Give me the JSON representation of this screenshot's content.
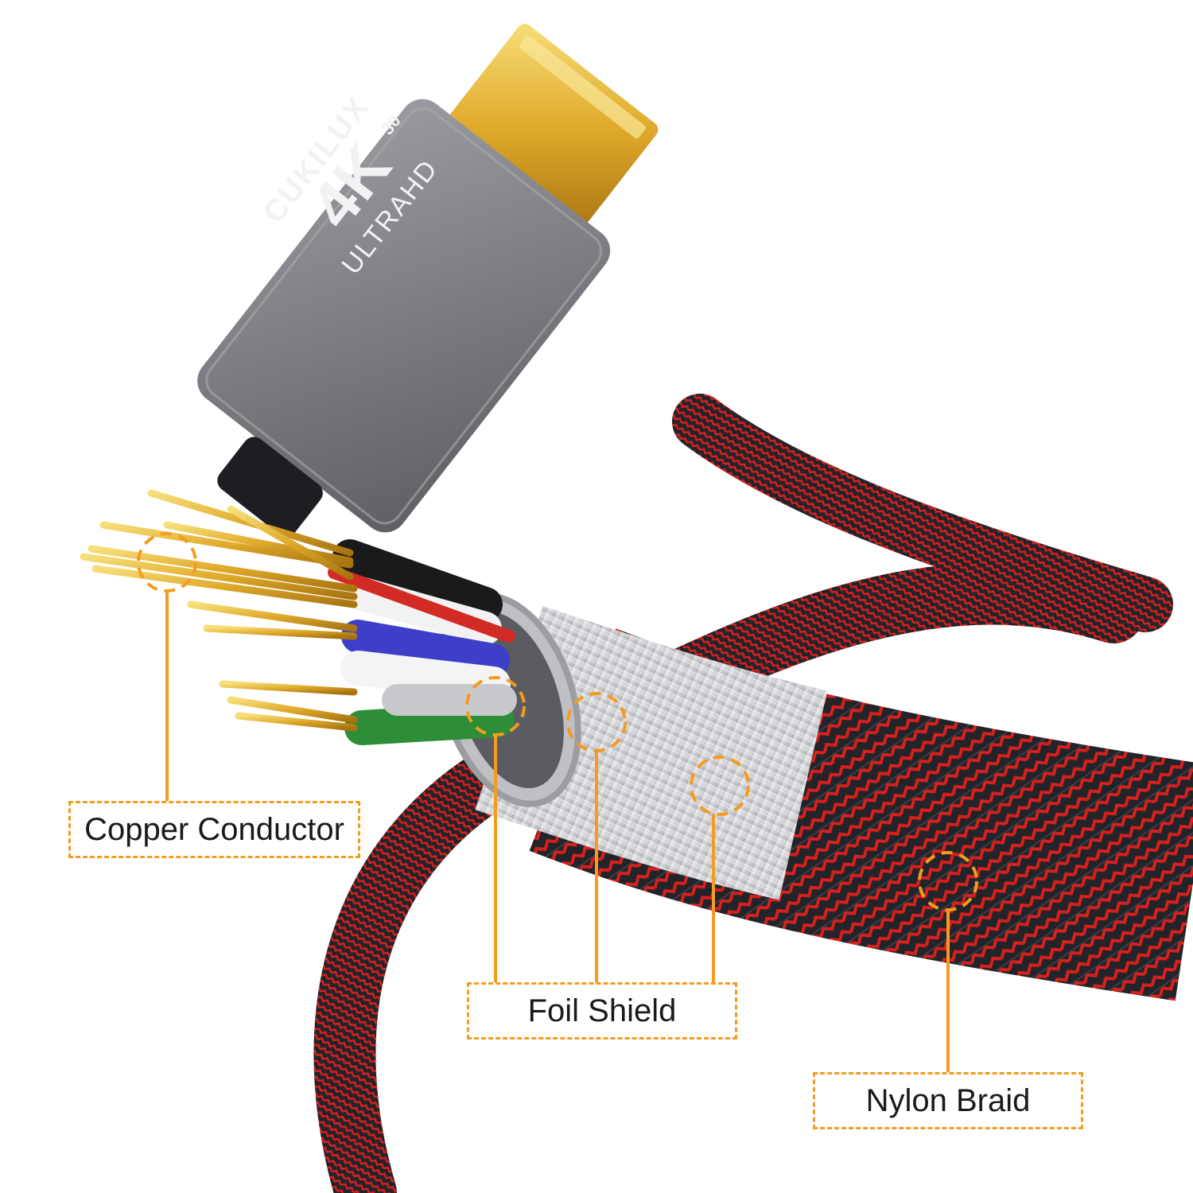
{
  "connector": {
    "brand": "CUKILUX",
    "resolution_badge": "4K",
    "refresh_badge": "30",
    "subtitle": "ULTRAHD"
  },
  "callouts": [
    {
      "label": "Copper Conductor"
    },
    {
      "label": "Foil Shield"
    },
    {
      "label": "Nylon Braid"
    }
  ],
  "colors": {
    "accent": "#f39c1f",
    "braid_red": "#d8201c",
    "braid_dark": "#1f1f24",
    "shell_gray": "#7f8085",
    "gold": "#e3b23c",
    "foil": "#d9dadc"
  }
}
